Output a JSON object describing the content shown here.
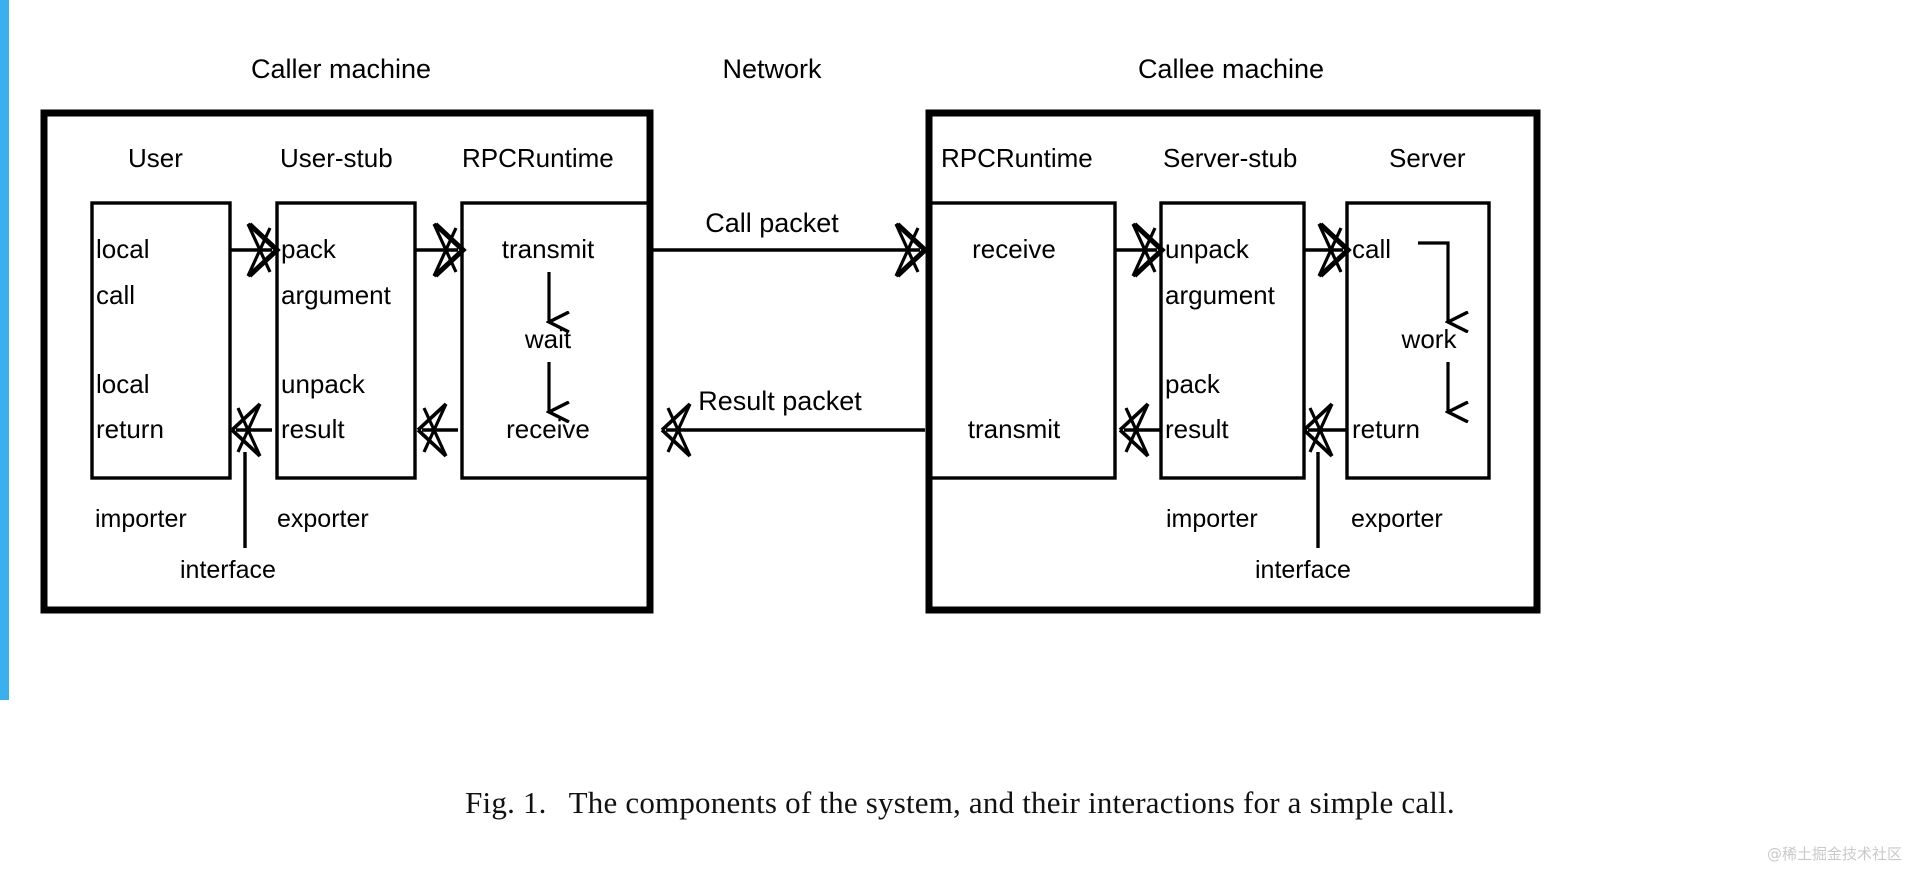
{
  "figure": {
    "caption_number": "Fig. 1.",
    "caption_text": "The components of the system, and their interactions for a simple call.",
    "watermark": "@稀土掘金技术社区",
    "accent_color": "#3bb0ef",
    "ink_color": "#000000",
    "background": "#ffffff"
  },
  "titles": {
    "caller": "Caller machine",
    "network": "Network",
    "callee": "Callee machine"
  },
  "caller": {
    "columns": [
      {
        "heading": "User",
        "lines": [
          "local",
          "call",
          "local",
          "return"
        ]
      },
      {
        "heading": "User-stub",
        "lines": [
          "pack",
          "argument",
          "unpack",
          "result"
        ]
      },
      {
        "heading": "RPCRuntime",
        "lines": [
          "transmit",
          "wait",
          "receive"
        ]
      }
    ],
    "roles": {
      "importer": "importer",
      "exporter": "exporter",
      "interface": "interface"
    }
  },
  "callee": {
    "columns": [
      {
        "heading": "RPCRuntime",
        "lines": [
          "receive",
          "transmit"
        ]
      },
      {
        "heading": "Server-stub",
        "lines": [
          "unpack",
          "argument",
          "pack",
          "result"
        ]
      },
      {
        "heading": "Server",
        "lines": [
          "call",
          "work",
          "return"
        ]
      }
    ],
    "roles": {
      "importer": "importer",
      "exporter": "exporter",
      "interface": "interface"
    }
  },
  "network": {
    "call_packet": "Call packet",
    "result_packet": "Result packet"
  }
}
